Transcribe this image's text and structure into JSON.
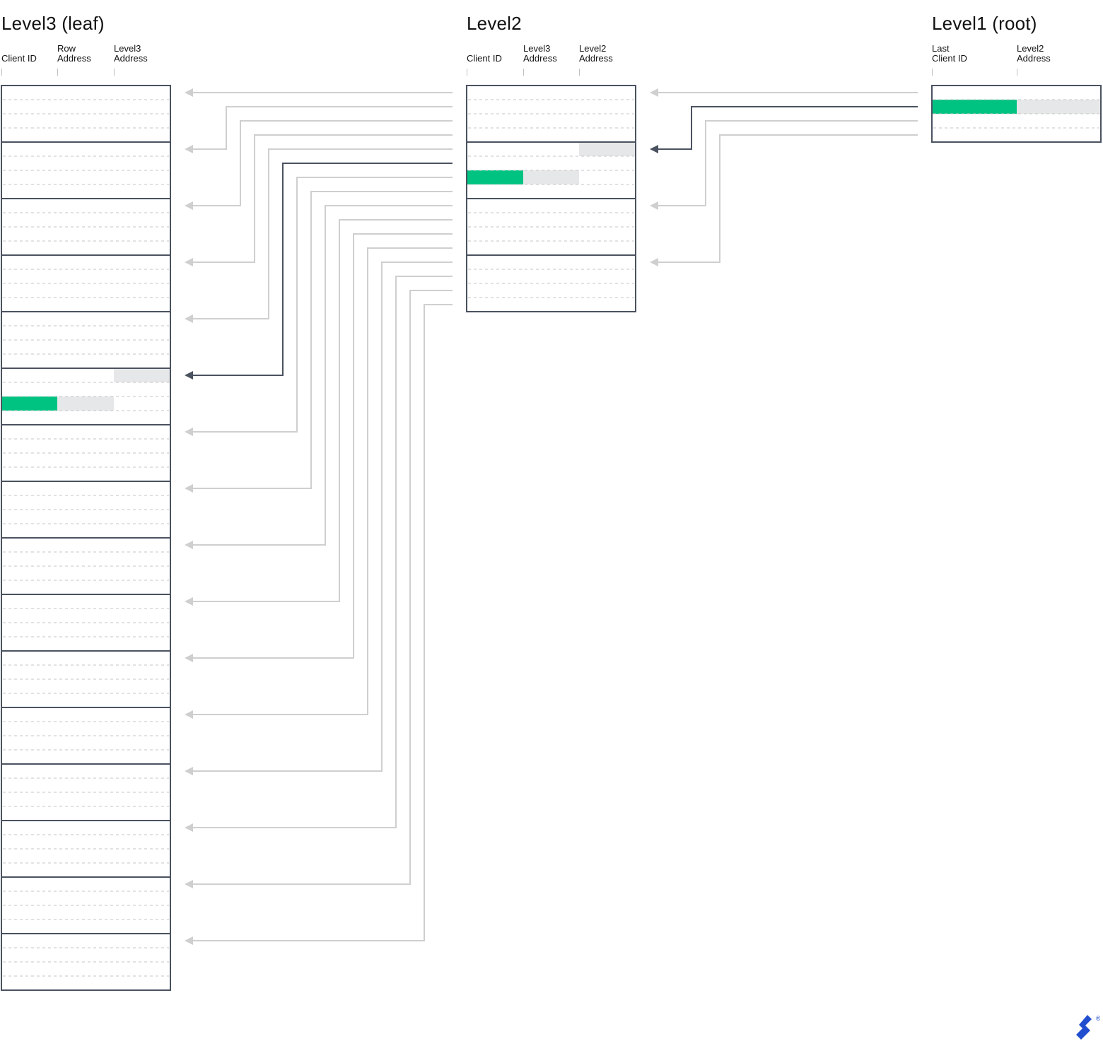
{
  "levels": {
    "level3": {
      "title": "Level3 (leaf)",
      "columns": [
        "Client ID",
        "Row\nAddress",
        "Level3\nAddress"
      ],
      "block_count": 16,
      "rows_per_block": 4,
      "highlighted_block": 6
    },
    "level2": {
      "title": "Level2",
      "columns": [
        "Client ID",
        "Level3\nAddress",
        "Level2\nAddress"
      ],
      "block_count": 4,
      "rows_per_block": 4,
      "highlighted_block": 2
    },
    "level1": {
      "title": "Level1 (root)",
      "columns": [
        "Last\nClient ID",
        "Level2\nAddress"
      ],
      "block_count": 1,
      "rows_per_block": 4,
      "highlighted_block": 1
    }
  },
  "colors": {
    "block_border": "#4a5260",
    "dashed_row": "#c4c4c4",
    "arrow_inactive": "#cfcfcf",
    "arrow_active": "#4a5260",
    "highlight_key": "#00c382",
    "highlight_cell": "#e6e7e8",
    "logo": "#204ecf"
  },
  "logo": {
    "icon": "toptal-logo-icon",
    "mark": "®"
  }
}
